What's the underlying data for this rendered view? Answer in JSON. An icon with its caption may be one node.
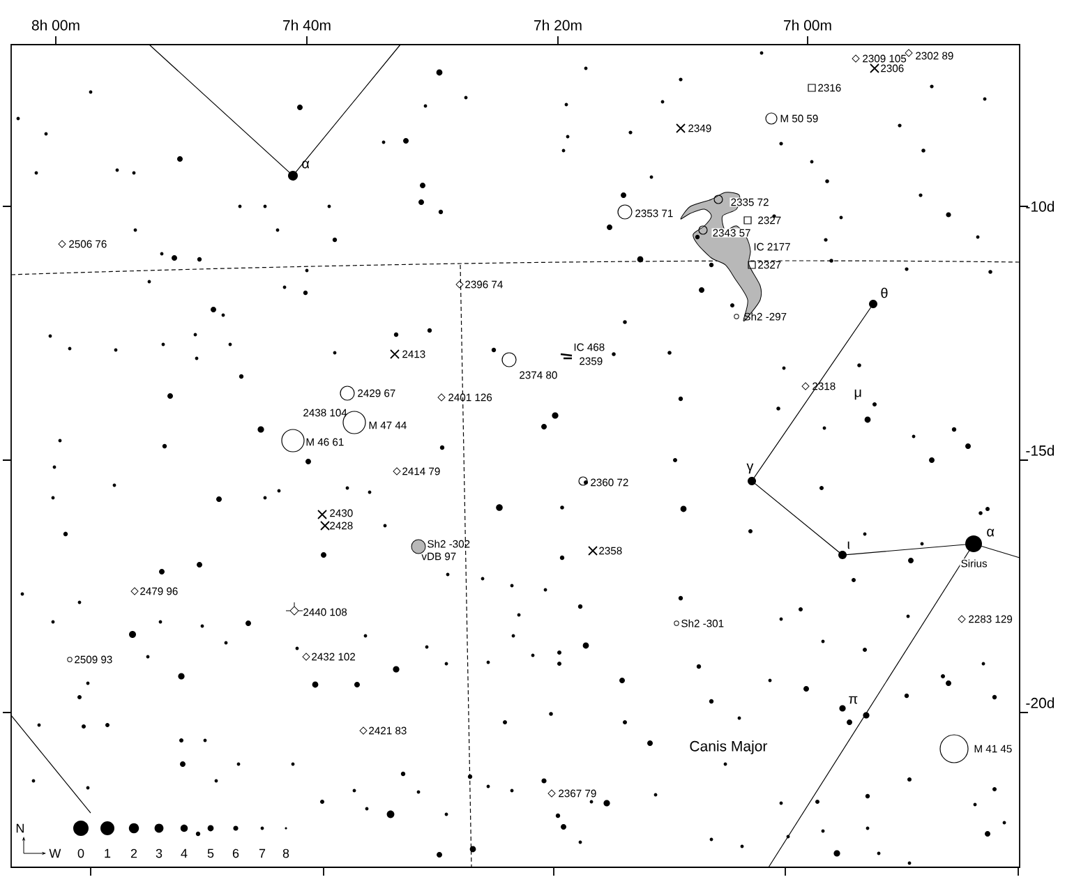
{
  "diagram": {
    "labels": [
      "8h 00m",
      "7h 40m",
      "7h 20m",
      "7h 00m",
      "-10d",
      "-15d",
      "-20d",
      "2309 105",
      "2302 89",
      "2306",
      "2316",
      "M 50 59",
      "2349",
      "α",
      "2335 72",
      "2353 71",
      "2327",
      "2343 57",
      "2506 76",
      "IC 2177",
      "2327",
      "2396 74",
      "θ",
      "Sh2 -297",
      "IC 468",
      "2413",
      "2359",
      "2374 80",
      "2318",
      "2429 67",
      "2401 126",
      "μ",
      "2438 104",
      "M 47 44",
      "M 46 61",
      "2414 79",
      "γ",
      "2360 72",
      "2430",
      "2428",
      "Sh2 -302",
      "vDB 97",
      "2358",
      "ι",
      "α",
      "Sirius",
      "2479 96",
      "2440 108",
      "2283 129",
      "Sh2 -301",
      "2509 93",
      "2432 102",
      "π",
      "2421 83",
      "Canis Major",
      "M 41 45",
      "2367 79",
      "N",
      "W"
    ],
    "legend": [
      {
        "text": "0"
      },
      {
        "text": "1"
      },
      {
        "text": "2"
      },
      {
        "text": "3"
      },
      {
        "text": "4"
      },
      {
        "text": "5"
      },
      {
        "text": "6"
      },
      {
        "text": "7"
      },
      {
        "text": "8"
      }
    ]
  }
}
